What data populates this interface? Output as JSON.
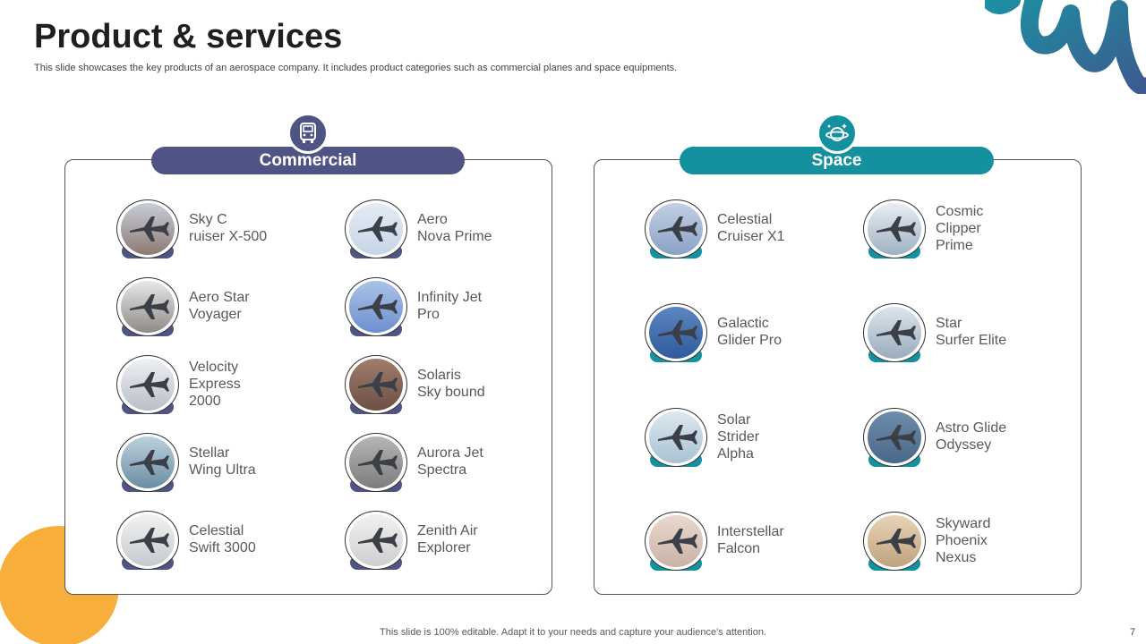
{
  "slide": {
    "title": "Product & services",
    "subtitle": "This slide showcases the key products of an aerospace company. It includes product categories such as commercial planes and space equipments.",
    "footer": "This slide is 100% editable. Adapt it to your needs and capture your audience's attention.",
    "page_number": "7"
  },
  "colors": {
    "commercial_accent": "#4f5484",
    "space_accent": "#14909e",
    "orange_decor": "#f7ae3a",
    "title_text": "#1f1f1f"
  },
  "commercial": {
    "label": "Commercial",
    "icon": "bus-icon",
    "items": [
      {
        "name": "Sky C\nruiser X-500"
      },
      {
        "name": "Aero\nNova Prime"
      },
      {
        "name": "Aero Star\nVoyager"
      },
      {
        "name": "Infinity Jet\nPro"
      },
      {
        "name": "Velocity\nExpress\n2000"
      },
      {
        "name": "Solaris\nSky bound"
      },
      {
        "name": "Stellar\nWing Ultra"
      },
      {
        "name": "Aurora Jet\nSpectra"
      },
      {
        "name": "Celestial\nSwift 3000"
      },
      {
        "name": "Zenith Air\nExplorer"
      }
    ]
  },
  "space": {
    "label": "Space",
    "icon": "planet-icon",
    "items": [
      {
        "name": "Celestial\nCruiser X1"
      },
      {
        "name": "Cosmic\nClipper\nPrime"
      },
      {
        "name": "Galactic\nGlider Pro"
      },
      {
        "name": "Star\nSurfer Elite"
      },
      {
        "name": "Solar\nStrider\nAlpha"
      },
      {
        "name": "Astro Glide\nOdyssey"
      },
      {
        "name": "Interstellar\nFalcon"
      },
      {
        "name": "Skyward\nPhoenix\nNexus"
      }
    ]
  }
}
